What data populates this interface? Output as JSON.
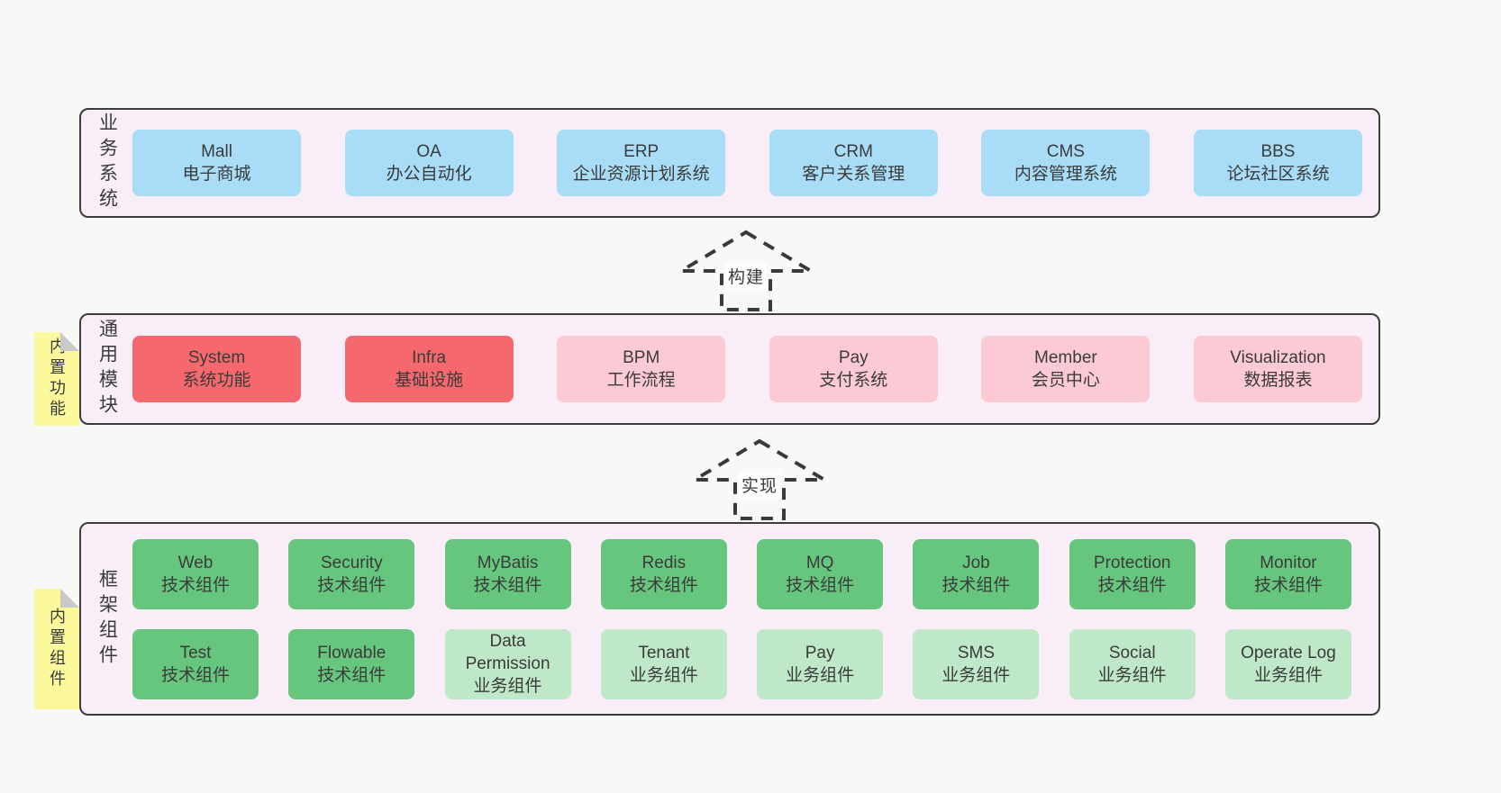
{
  "colors": {
    "page_bg": "#f8f8f8",
    "band_bg": "#f9eef7",
    "band_border": "#3c3c3c",
    "blue": "#a9dcf6",
    "red": "#f5696e",
    "pink": "#fbcad5",
    "green_dark": "#66c67e",
    "green_light": "#bfe8c8",
    "sticky_yellow": "#fbf99b",
    "sticky_fold": "#c9c9c9",
    "text": "#3b3b3b",
    "arrow": "#3a3a3a",
    "label_bg": "#fdfdfd"
  },
  "band1": {
    "label": "业务系统",
    "boxes": [
      {
        "title": "Mall",
        "subtitle": "电子商城"
      },
      {
        "title": "OA",
        "subtitle": "办公自动化"
      },
      {
        "title": "ERP",
        "subtitle": "企业资源计划系统"
      },
      {
        "title": "CRM",
        "subtitle": "客户关系管理"
      },
      {
        "title": "CMS",
        "subtitle": "内容管理系统"
      },
      {
        "title": "BBS",
        "subtitle": "论坛社区系统"
      }
    ]
  },
  "arrow1": {
    "label": "构建"
  },
  "band2": {
    "label": "通用模块",
    "sticky": "内置功能",
    "boxes": [
      {
        "title": "System",
        "subtitle": "系统功能"
      },
      {
        "title": "Infra",
        "subtitle": "基础设施"
      },
      {
        "title": "BPM",
        "subtitle": "工作流程"
      },
      {
        "title": "Pay",
        "subtitle": "支付系统"
      },
      {
        "title": "Member",
        "subtitle": "会员中心"
      },
      {
        "title": "Visualization",
        "subtitle": "数据报表"
      }
    ]
  },
  "arrow2": {
    "label": "实现"
  },
  "band3": {
    "label": "框架组件",
    "sticky": "内置组件",
    "row1": [
      {
        "title": "Web",
        "subtitle": "技术组件"
      },
      {
        "title": "Security",
        "subtitle": "技术组件"
      },
      {
        "title": "MyBatis",
        "subtitle": "技术组件"
      },
      {
        "title": "Redis",
        "subtitle": "技术组件"
      },
      {
        "title": "MQ",
        "subtitle": "技术组件"
      },
      {
        "title": "Job",
        "subtitle": "技术组件"
      },
      {
        "title": "Protection",
        "subtitle": "技术组件"
      },
      {
        "title": "Monitor",
        "subtitle": "技术组件"
      }
    ],
    "row2": [
      {
        "title": "Test",
        "subtitle": "技术组件"
      },
      {
        "title": "Flowable",
        "subtitle": "技术组件"
      },
      {
        "title": "Data Permission",
        "subtitle": "业务组件"
      },
      {
        "title": "Tenant",
        "subtitle": "业务组件"
      },
      {
        "title": "Pay",
        "subtitle": "业务组件"
      },
      {
        "title": "SMS",
        "subtitle": "业务组件"
      },
      {
        "title": "Social",
        "subtitle": "业务组件"
      },
      {
        "title": "Operate Log",
        "subtitle": "业务组件"
      }
    ]
  }
}
